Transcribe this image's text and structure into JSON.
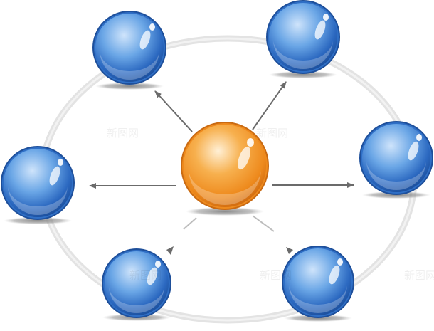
{
  "diagram": {
    "type": "hub-and-spoke",
    "hub": {
      "label": "",
      "color": "#f08a1e"
    },
    "satellites": [
      {
        "id": "top-left",
        "label": ""
      },
      {
        "id": "top-right",
        "label": ""
      },
      {
        "id": "left",
        "label": ""
      },
      {
        "id": "right",
        "label": ""
      },
      {
        "id": "bottom-left",
        "label": ""
      },
      {
        "id": "bottom-right",
        "label": ""
      }
    ],
    "satellite_color": "#2f6fc6",
    "ring_color": "#e3e3e3",
    "arrow_color": "#6b6b6b"
  },
  "watermark": {
    "text": "新图网"
  }
}
